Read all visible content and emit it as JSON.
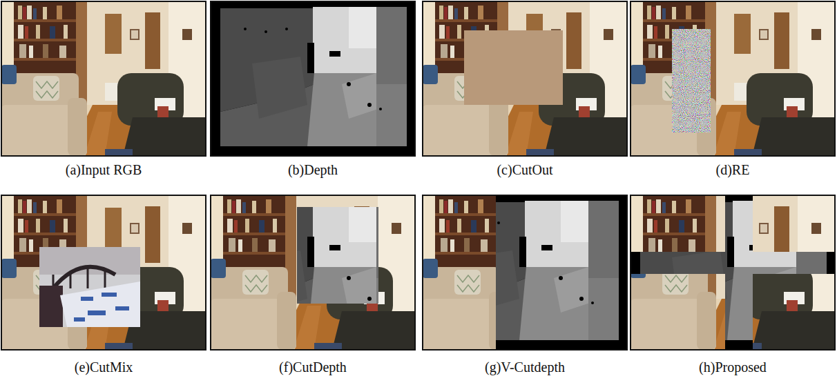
{
  "diagram": {
    "labels": [
      "(a)Input RGB",
      "(b)Depth",
      "(c)CutOut",
      "(d)RE",
      "(e)CutMix",
      "(f)CutDepth",
      "(g)V-Cutdepth",
      "(h)Proposed"
    ]
  }
}
